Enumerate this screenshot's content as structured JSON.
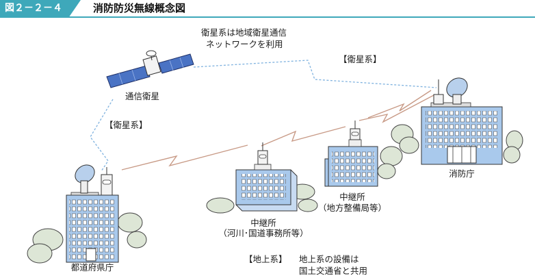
{
  "figure": {
    "number": "図２－２－４",
    "title": "消防防災無線概念図"
  },
  "labels": {
    "satellite": "通信衛星",
    "satellite_note_line1": "衛星系は地域衛星通信",
    "satellite_note_line2": "ネットワークを利用",
    "satellite_system_right": "【衛星系】",
    "satellite_system_left": "【衛星系】",
    "prefecture": "都道府県庁",
    "relay1_line1": "中継所",
    "relay1_line2": "（河川･国道事務所等）",
    "relay2_line1": "中継所",
    "relay2_line2": "（地方整備局等）",
    "fire_dept": "消防庁",
    "ground_tag": "【地上系】",
    "ground_line1": "地上系の設備は",
    "ground_line2": "国土交通省と共用"
  },
  "colors": {
    "accent": "#3ea8ba",
    "building": "#a9c9ec",
    "window": "#ffffff",
    "satellite_panel": "#4a73c4",
    "tree": "#dde6d6",
    "wave_link": "#c89a86",
    "satellite_link": "#7fb2df"
  }
}
